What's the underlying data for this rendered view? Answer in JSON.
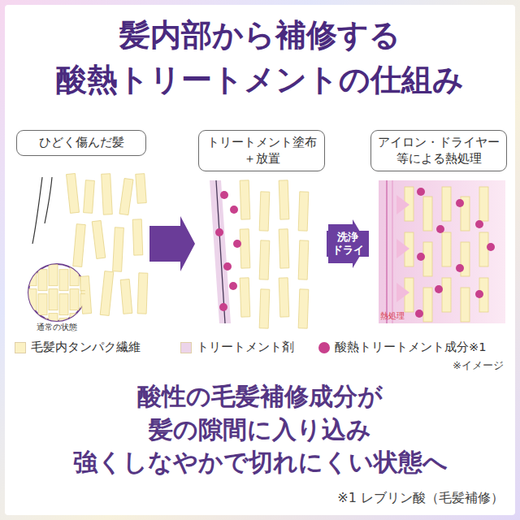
{
  "diagram": {
    "title": "髪内部から補修する 酸熱トリートメントの仕組み",
    "caption": "酸性の毛髪補修成分が 髪の隙間に入り込み 強くしなやかで切れにくい状態へ",
    "nodes": [
      {
        "text": [
          "ひどく傷んだ髪"
        ]
      },
      {
        "text": [
          "トリートメント塗布 ＋放置"
        ]
      },
      {
        "text": [
          "アイロン・ドライヤー 等による熱処理"
        ]
      }
    ],
    "edges": [
      {
        "from": 0,
        "to": 1,
        "arrow": "to"
      },
      {
        "from": 1,
        "to": 2,
        "arrow": "to",
        "label": "洗浄 ドライ"
      }
    ],
    "labels": [
      "通常の状態",
      "熱処理",
      "※イメージ",
      "※1 レブリン酸（毛髪補修）"
    ],
    "legend": [
      {
        "text": "毛髪内タンパク繊維",
        "color": "#fbf1c4"
      },
      {
        "text": "トリートメント剤",
        "color": "#ecd4ea"
      },
      {
        "text": "酸熱トリートメント成分※1",
        "color": "#c8408c"
      }
    ]
  }
}
